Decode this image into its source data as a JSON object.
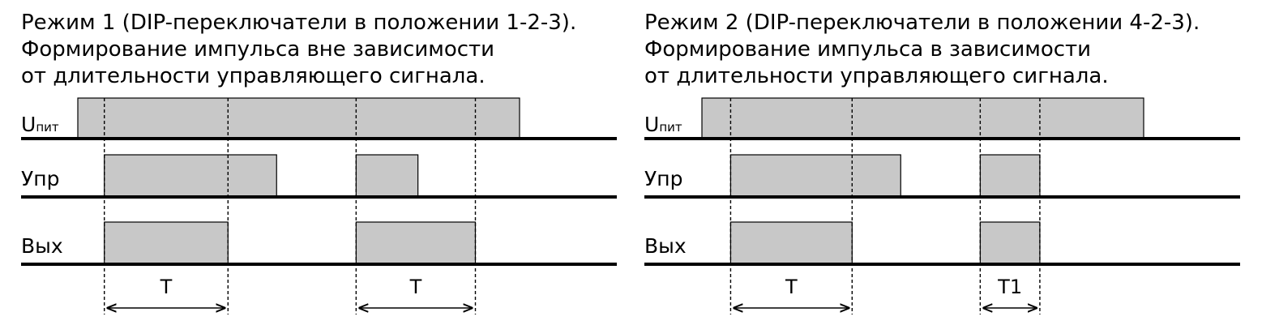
{
  "panels": [
    {
      "id": "mode-1",
      "title_lines": [
        "Режим 1 (DIP-переключатели в положении 1-2-3).",
        "Формирование импульса вне зависимости",
        "от длительности управляющего сигнала."
      ],
      "signals": [
        {
          "key": "supply",
          "label_main": "U",
          "label_sub": "пит",
          "pulses": [
            [
              0,
              1
            ]
          ]
        },
        {
          "key": "control",
          "label_main": "Упр",
          "label_sub": "",
          "pulses": [
            [
              0.06,
              0.45
            ],
            [
              0.63,
              0.77
            ]
          ]
        },
        {
          "key": "output",
          "label_main": "Вых",
          "label_sub": "",
          "pulses": [
            [
              0.06,
              0.34
            ],
            [
              0.63,
              0.9
            ]
          ]
        }
      ],
      "markers": [
        0.06,
        0.34,
        0.63,
        0.9
      ],
      "intervals": [
        {
          "label": "T",
          "from": 0.06,
          "to": 0.34
        },
        {
          "label": "T",
          "from": 0.63,
          "to": 0.9
        }
      ]
    },
    {
      "id": "mode-2",
      "title_lines": [
        "Режим 2 (DIP-переключатели в положении 4-2-3).",
        "Формирование импульса в зависимости",
        "от длительности управляющего сигнала."
      ],
      "signals": [
        {
          "key": "supply",
          "label_main": "U",
          "label_sub": "пит",
          "pulses": [
            [
              0,
              1
            ]
          ]
        },
        {
          "key": "control",
          "label_main": "Упр",
          "label_sub": "",
          "pulses": [
            [
              0.065,
              0.45
            ],
            [
              0.63,
              0.765
            ]
          ]
        },
        {
          "key": "output",
          "label_main": "Вых",
          "label_sub": "",
          "pulses": [
            [
              0.065,
              0.34
            ],
            [
              0.63,
              0.765
            ]
          ]
        }
      ],
      "markers": [
        0.065,
        0.34,
        0.63,
        0.765
      ],
      "intervals": [
        {
          "label": "T",
          "from": 0.065,
          "to": 0.34
        },
        {
          "label": "T1",
          "from": 0.63,
          "to": 0.765
        }
      ]
    }
  ],
  "colors": {
    "pulse_fill": "#c8c8c8",
    "line": "#000000"
  }
}
